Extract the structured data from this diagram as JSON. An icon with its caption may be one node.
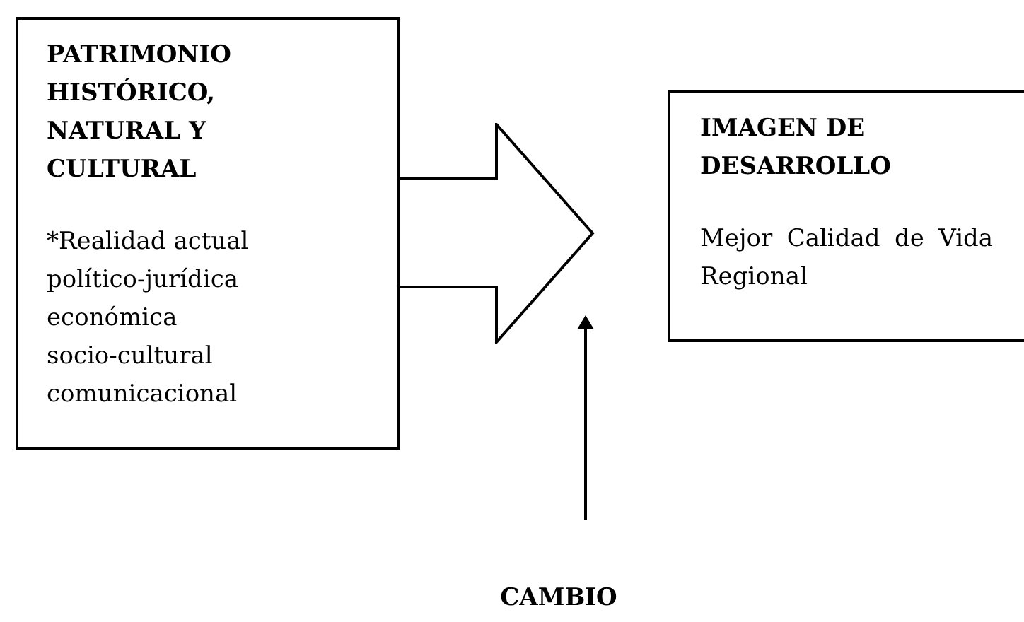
{
  "diagram": {
    "nodes": [
      {
        "text": [
          "PATRIMONIO HISTÓRICO, NATURAL Y CULTURAL",
          "*Realidad actual político-jurídica económica socio-cultural comunicacional"
        ]
      },
      {
        "text": [],
        "shape": "arrow"
      },
      {
        "text": [
          "IMAGEN DE DESARROLLO",
          "Mejor Calidad de Vida Regional"
        ]
      },
      {
        "text": [
          "CAMBIO"
        ]
      }
    ],
    "edges": [
      {
        "from": 3,
        "to": 1,
        "arrow": "to"
      }
    ]
  }
}
